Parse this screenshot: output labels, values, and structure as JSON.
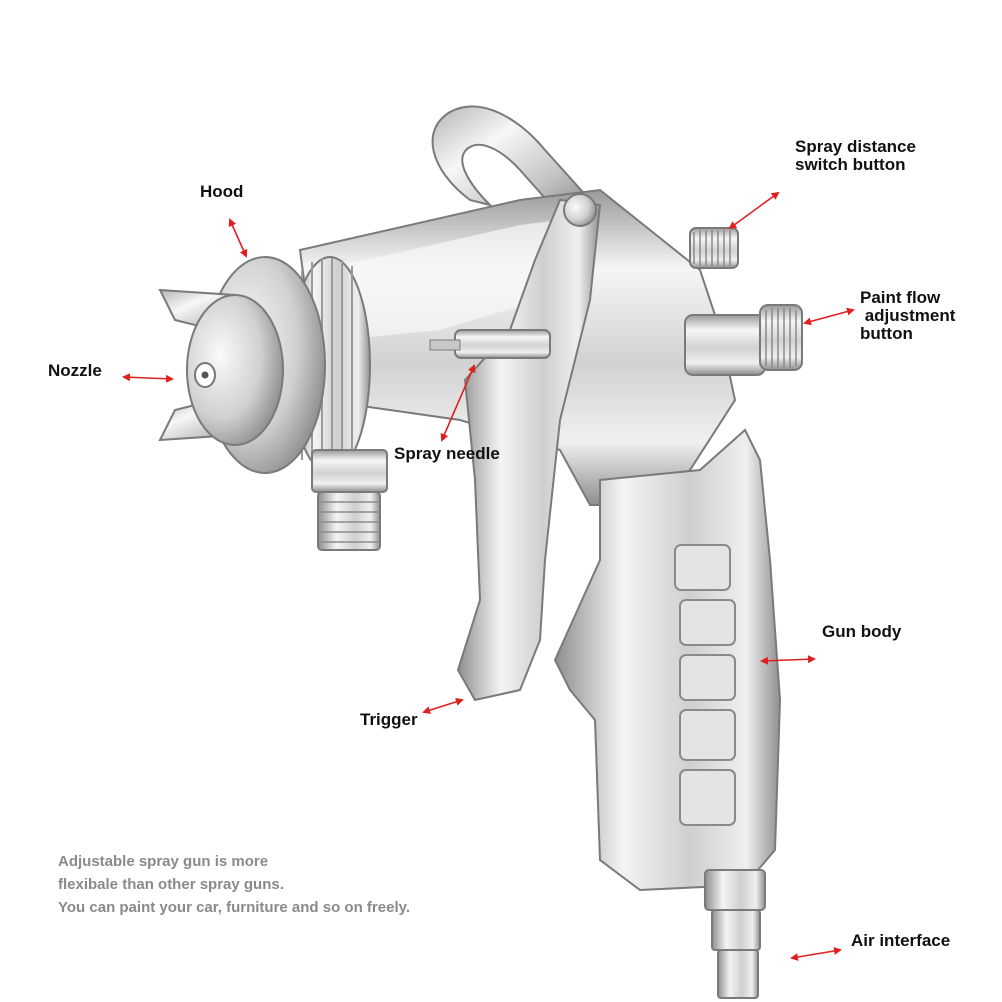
{
  "labels": {
    "hood": "Hood",
    "nozzle": "Nozzle",
    "spray_needle": "Spray needle",
    "spray_distance": [
      "Spray distance",
      "switch button"
    ],
    "paint_flow": [
      "Paint flow",
      " adjustment",
      "button"
    ],
    "gun_body": "Gun body",
    "trigger": "Trigger",
    "air_interface": "Air interface"
  },
  "caption": [
    "Adjustable spray gun is more",
    "flexibale than other spray guns.",
    "You can paint your car, furniture and so on freely."
  ],
  "colors": {
    "arrow": "#e02020",
    "label": "#111111",
    "caption": "#8a8a8a",
    "metal_light": "#f4f4f4",
    "metal_mid": "#c9c9c9",
    "metal_dark": "#8c8c8c"
  }
}
